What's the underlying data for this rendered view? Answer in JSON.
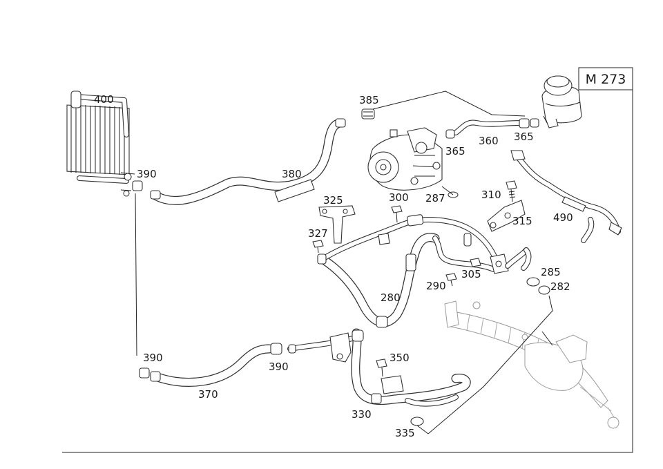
{
  "diagram": {
    "model_code": "M 273",
    "callouts": [
      "400",
      "390",
      "385",
      "380",
      "365",
      "360",
      "365",
      "287",
      "300",
      "325",
      "327",
      "310",
      "315",
      "490",
      "290",
      "305",
      "285",
      "282",
      "280",
      "390",
      "390",
      "350",
      "370",
      "330",
      "335"
    ]
  }
}
